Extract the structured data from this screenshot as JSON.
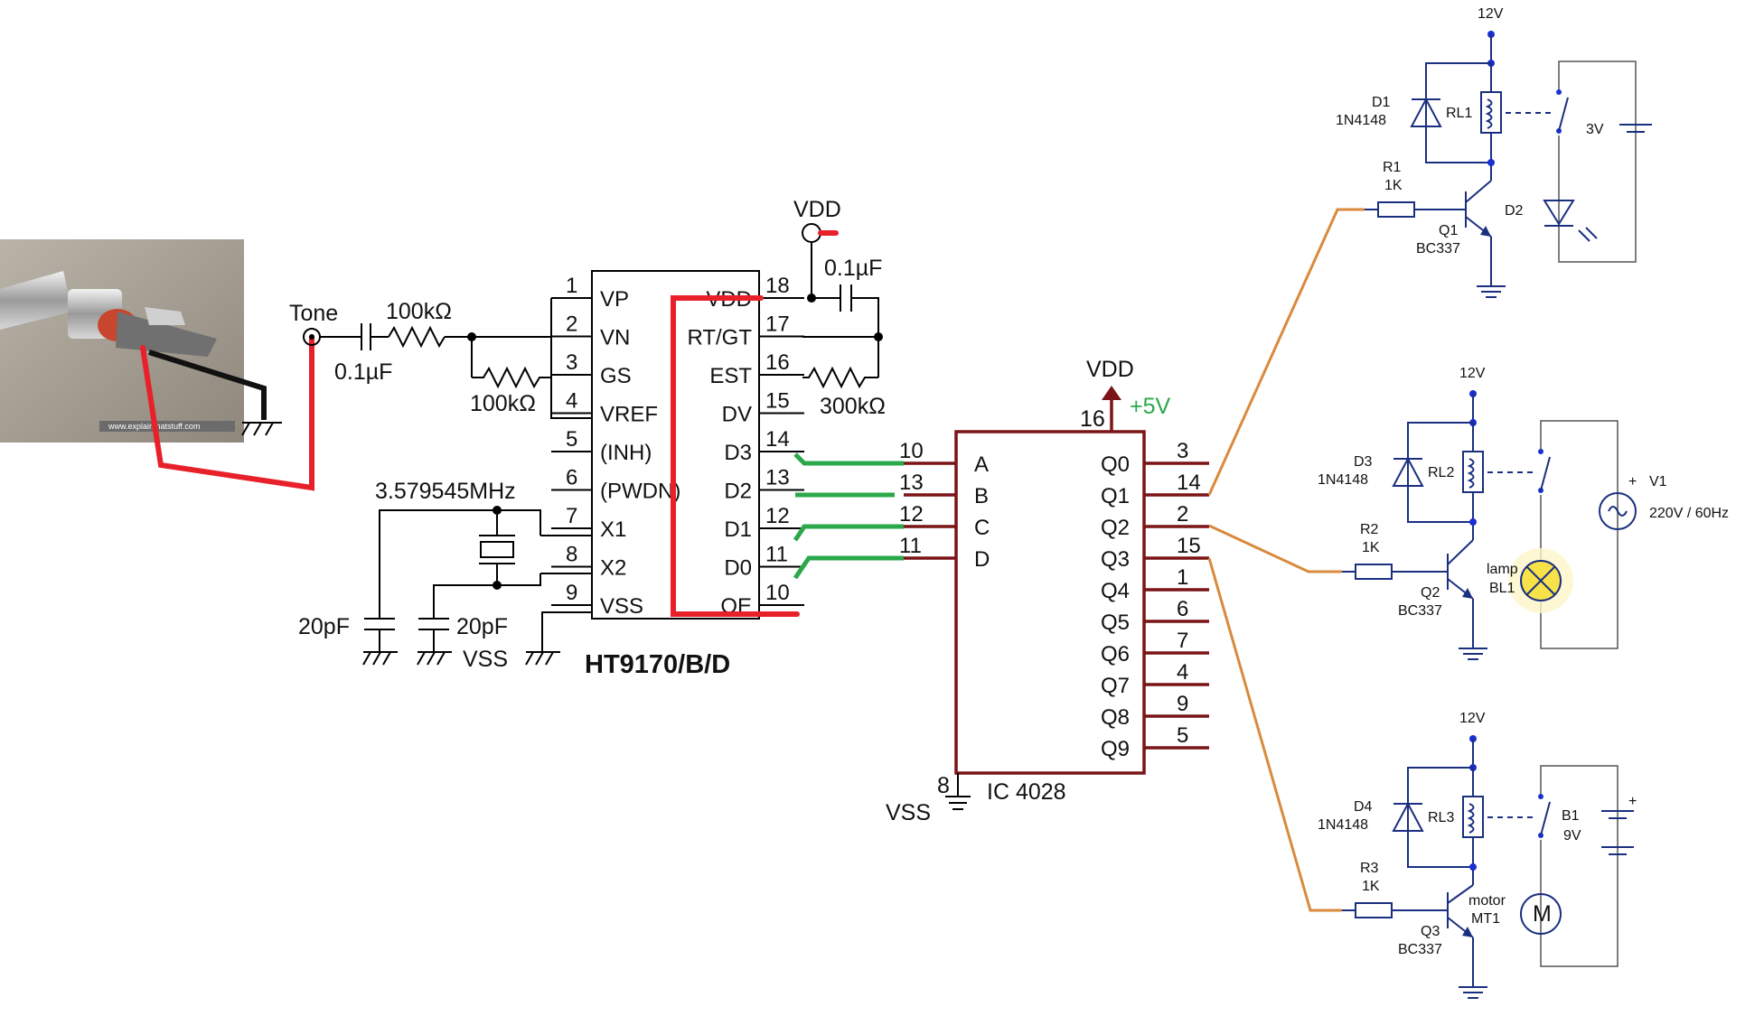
{
  "input": {
    "jack_watermark": "www.explainthatstuff.com",
    "tone_label": "Tone",
    "c_in": "0.1µF",
    "r_in": "100kΩ",
    "r_fb": "100kΩ"
  },
  "decoder": {
    "part": "HT9170/B/D",
    "vdd_label": "VDD",
    "c_vdd": "0.1µF",
    "r_est": "300kΩ",
    "crystal": "3.579545MHz",
    "c1": "20pF",
    "c2": "20pF",
    "vss_label": "VSS",
    "pins_left": [
      {
        "num": "1",
        "name": "VP"
      },
      {
        "num": "2",
        "name": "VN"
      },
      {
        "num": "3",
        "name": "GS"
      },
      {
        "num": "4",
        "name": "VREF"
      },
      {
        "num": "5",
        "name": "(INH)"
      },
      {
        "num": "6",
        "name": "(PWDN)"
      },
      {
        "num": "7",
        "name": "X1"
      },
      {
        "num": "8",
        "name": "X2"
      },
      {
        "num": "9",
        "name": "VSS"
      }
    ],
    "pins_right": [
      {
        "num": "18",
        "name": "VDD"
      },
      {
        "num": "17",
        "name": "RT/GT"
      },
      {
        "num": "16",
        "name": "EST"
      },
      {
        "num": "15",
        "name": "DV"
      },
      {
        "num": "14",
        "name": "D3"
      },
      {
        "num": "13",
        "name": "D2"
      },
      {
        "num": "12",
        "name": "D1"
      },
      {
        "num": "11",
        "name": "D0"
      },
      {
        "num": "10",
        "name": "OE"
      }
    ]
  },
  "counter": {
    "part": "IC 4028",
    "vdd_label": "VDD",
    "supply": "+5V",
    "vdd_pin": "16",
    "vss_label": "VSS",
    "vss_pin": "8",
    "inputs": [
      {
        "num": "10",
        "name": "A"
      },
      {
        "num": "13",
        "name": "B"
      },
      {
        "num": "12",
        "name": "C"
      },
      {
        "num": "11",
        "name": "D"
      }
    ],
    "outputs": [
      {
        "num": "3",
        "name": "Q0"
      },
      {
        "num": "14",
        "name": "Q1"
      },
      {
        "num": "2",
        "name": "Q2"
      },
      {
        "num": "15",
        "name": "Q3"
      },
      {
        "num": "1",
        "name": "Q4"
      },
      {
        "num": "6",
        "name": "Q5"
      },
      {
        "num": "7",
        "name": "Q6"
      },
      {
        "num": "4",
        "name": "Q7"
      },
      {
        "num": "9",
        "name": "Q8"
      },
      {
        "num": "5",
        "name": "Q9"
      }
    ]
  },
  "channels": [
    {
      "supply": "12V",
      "diode": "D1",
      "diode_part": "1N4148",
      "relay": "RL1",
      "resistor": "R1",
      "r_value": "1K",
      "transistor": "Q1",
      "t_part": "BC337",
      "load": "D2",
      "source": "3V"
    },
    {
      "supply": "12V",
      "diode": "D3",
      "diode_part": "1N4148",
      "relay": "RL2",
      "resistor": "R2",
      "r_value": "1K",
      "transistor": "Q2",
      "t_part": "BC337",
      "load_name": "lamp",
      "load": "BL1",
      "source": "V1",
      "source_value": "220V / 60Hz"
    },
    {
      "supply": "12V",
      "diode": "D4",
      "diode_part": "1N4148",
      "relay": "RL3",
      "resistor": "R3",
      "r_value": "1K",
      "transistor": "Q3",
      "t_part": "BC337",
      "load_name": "motor",
      "load": "MT1",
      "source": "B1",
      "source_value": "9V",
      "motor_symbol": "M"
    }
  ],
  "colors": {
    "tone_wire": "#e8202a",
    "data_wire": "#2aa84a",
    "ic4028_outline": "#7a1416",
    "link_wire": "#d98a3c",
    "relay_nodes": "#1a2fd0",
    "supply_arrow": "#7a1416"
  }
}
